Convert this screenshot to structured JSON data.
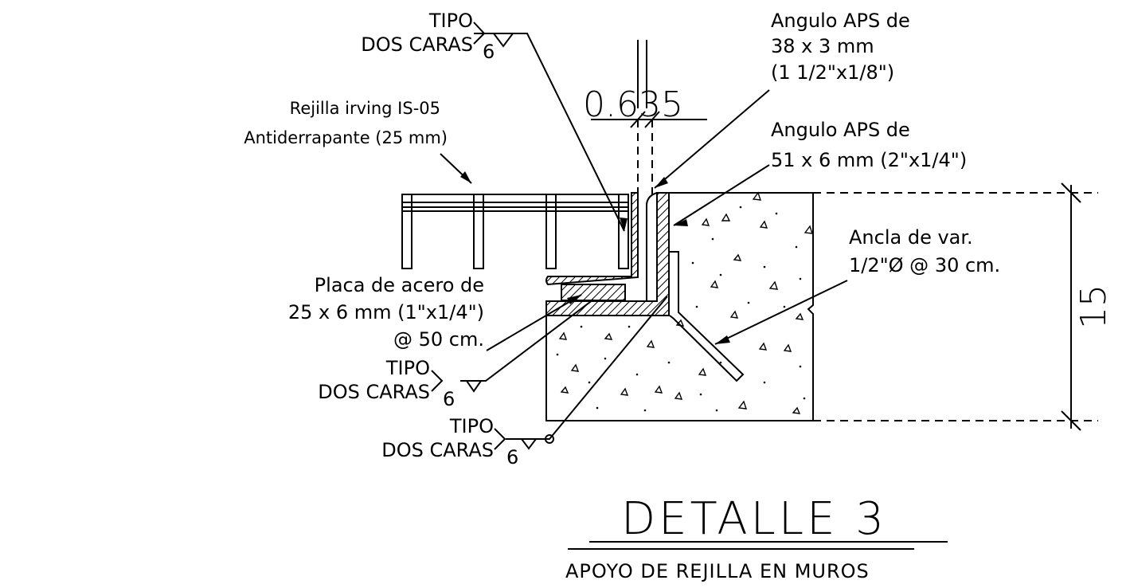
{
  "labels": {
    "weld_top_l1": "TIPO",
    "weld_top_l2": "DOS CARAS",
    "weld_top_size": "6",
    "angle_small_l1": "Angulo APS de",
    "angle_small_l2": "38 x 3 mm",
    "angle_small_l3": "(1 1/2\"x1/8\")",
    "angle_large_l1": "Angulo APS de",
    "angle_large_l2": "51 x 6 mm (2\"x1/4\")",
    "grating_l1": "Rejilla irving IS-05",
    "grating_l2": "Antiderrapante (25 mm)",
    "anchor_l1": "Ancla de var.",
    "anchor_l2": "1/2\"Ø @ 30 cm.",
    "plate_l1": "Placa de acero de",
    "plate_l2": "25 x 6 mm (1\"x1/4\")",
    "plate_l3": "@ 50 cm.",
    "weld_mid_l1": "TIPO",
    "weld_mid_l2": "DOS CARAS",
    "weld_mid_size": "6",
    "weld_bot_l1": "TIPO",
    "weld_bot_l2": "DOS CARAS",
    "weld_bot_size": "6"
  },
  "dimensions": {
    "gap": "0.635",
    "height": "15"
  },
  "title": {
    "main": "DETALLE 3",
    "subtitle": "APOYO DE REJILLA EN MUROS"
  }
}
